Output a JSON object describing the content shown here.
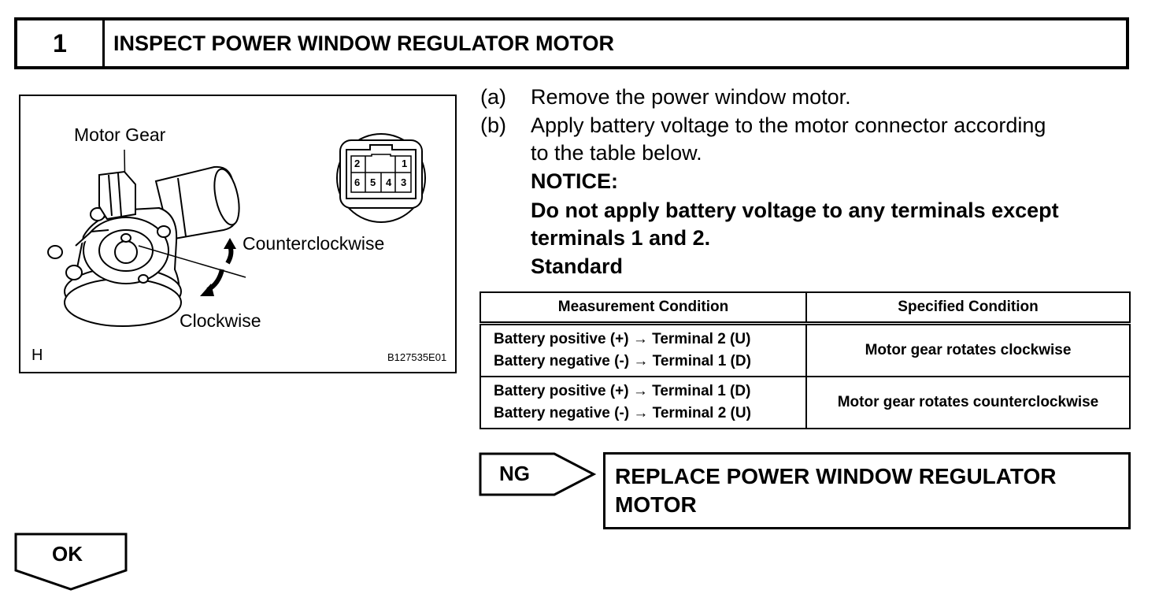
{
  "step": {
    "number": "1",
    "title": "INSPECT POWER WINDOW REGULATOR MOTOR"
  },
  "figure": {
    "motor_gear_label": "Motor Gear",
    "counterclockwise_label": "Counterclockwise",
    "clockwise_label": "Clockwise",
    "corner_letter": "H",
    "figure_code": "B127535E01",
    "connector_pins": {
      "top_left": "2",
      "top_right": "1",
      "bottom": [
        "6",
        "5",
        "4",
        "3"
      ]
    }
  },
  "instructions": {
    "a_letter": "(a)",
    "a_text": "Remove the power window motor.",
    "b_letter": "(b)",
    "b_text_line1": "Apply battery voltage to the motor connector according",
    "b_text_line2": "to the table below.",
    "notice_title": "NOTICE:",
    "notice_line1": "Do not apply battery voltage to any terminals except",
    "notice_line2": "terminals 1 and 2.",
    "standard_label": "Standard"
  },
  "table": {
    "headers": [
      "Measurement Condition",
      "Specified Condition"
    ],
    "rows": [
      {
        "condition_line1": "Battery positive (+) → Terminal 2 (U)",
        "condition_line2": "Battery negative (-) → Terminal 1 (D)",
        "result": "Motor gear rotates clockwise"
      },
      {
        "condition_line1": "Battery positive (+) → Terminal 1 (D)",
        "condition_line2": "Battery negative (-) → Terminal 2 (U)",
        "result": "Motor gear rotates counterclockwise"
      }
    ]
  },
  "ng": {
    "tag": "NG",
    "action_line1": "REPLACE POWER WINDOW REGULATOR",
    "action_line2": "MOTOR"
  },
  "ok": {
    "tag": "OK"
  }
}
